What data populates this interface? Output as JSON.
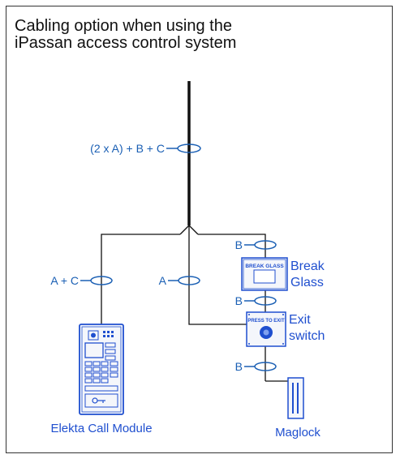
{
  "title_lines": [
    "Cabling option when using the",
    "iPassan access control system"
  ],
  "cable_labels": {
    "main": "(2 x A) + B + C",
    "call_module": "A + C",
    "exit_feed": "A",
    "break_glass": "B",
    "exit_switch": "B",
    "maglock": "B"
  },
  "devices": {
    "break_glass": {
      "plate_text": "BREAK GLASS",
      "label_line1": "Break",
      "label_line2": "Glass"
    },
    "exit_switch": {
      "plate_text": "PRESS TO EXIT",
      "label_line1": "Exit",
      "label_line2": "switch"
    },
    "call_module": {
      "label": "Elekta Call Module"
    },
    "maglock": {
      "label": "Maglock"
    }
  },
  "colors": {
    "blue": "#1a5fb4",
    "wire": "#111111",
    "device_blue": "#1f4fcf"
  }
}
